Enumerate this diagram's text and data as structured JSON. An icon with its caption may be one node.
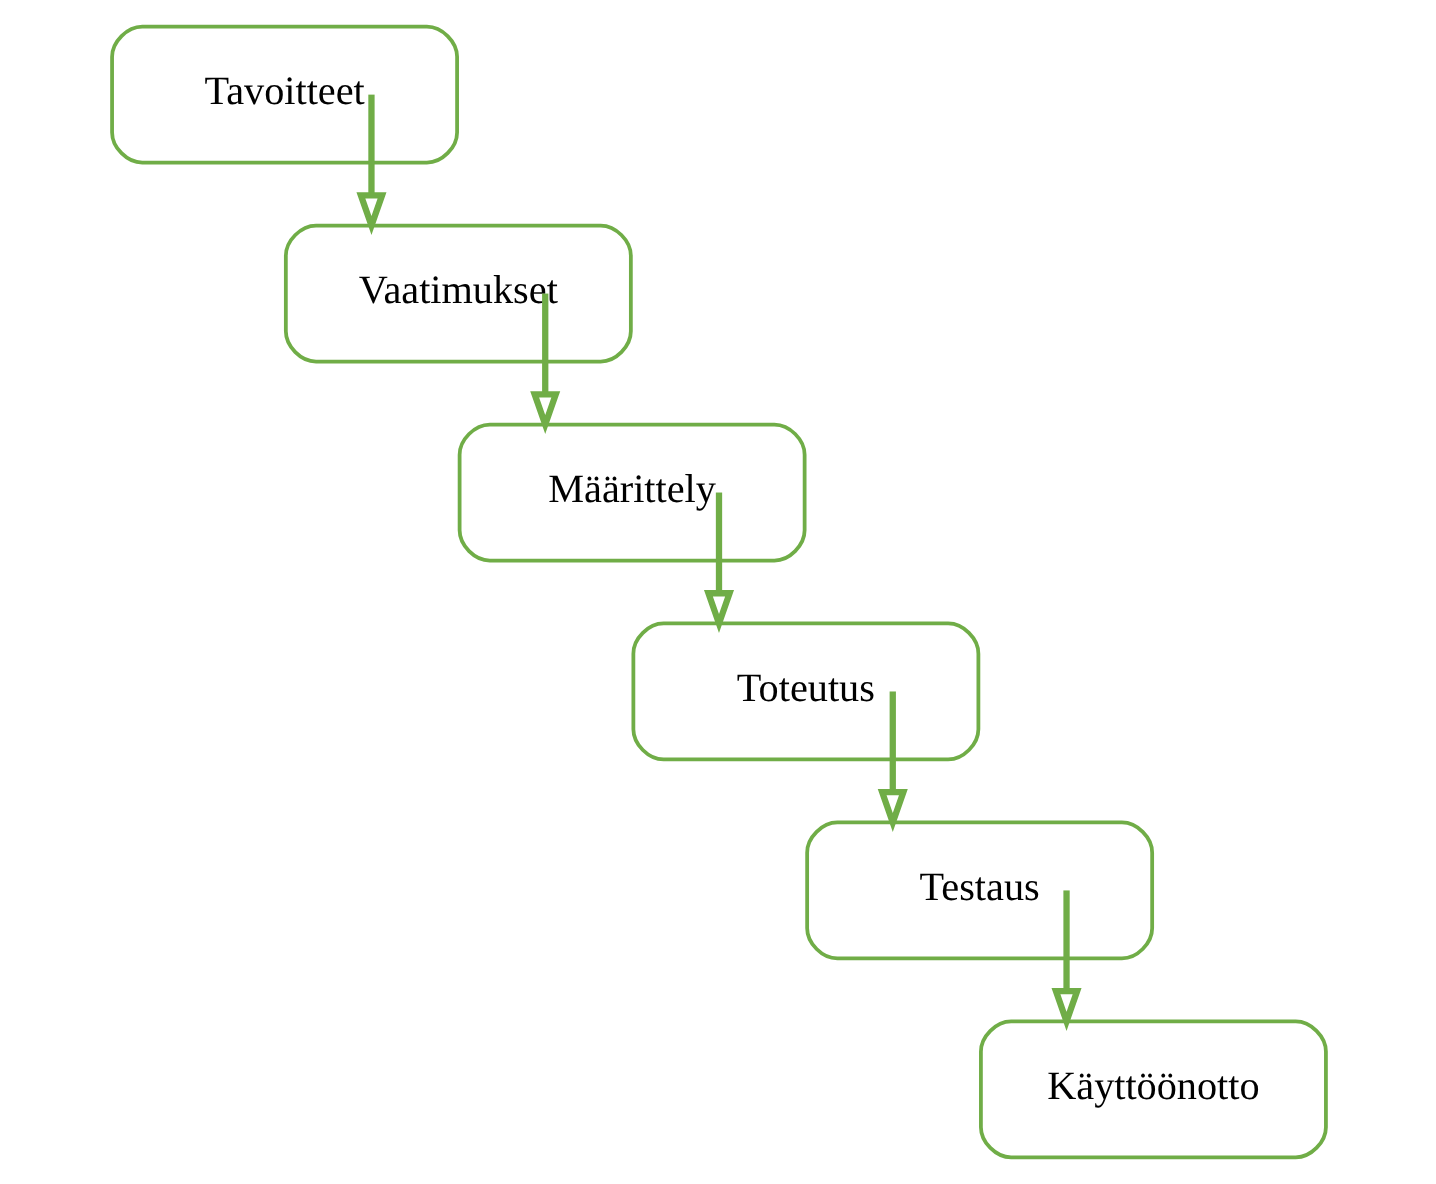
{
  "diagram": {
    "nodes": [
      {
        "text": [
          "Tavoitteet"
        ]
      },
      {
        "text": [
          "Vaatimukset"
        ]
      },
      {
        "text": [
          "Määrittely"
        ]
      },
      {
        "text": [
          "Toteutus"
        ]
      },
      {
        "text": [
          "Testaus"
        ]
      },
      {
        "text": [
          "Käyttöönotto"
        ]
      }
    ],
    "edges": [
      {
        "from": 0,
        "to": 1,
        "arrow": "to"
      },
      {
        "from": 1,
        "to": 2,
        "arrow": "to"
      },
      {
        "from": 2,
        "to": 3,
        "arrow": "to"
      },
      {
        "from": 3,
        "to": 4,
        "arrow": "to"
      },
      {
        "from": 4,
        "to": 5,
        "arrow": "to"
      }
    ]
  }
}
